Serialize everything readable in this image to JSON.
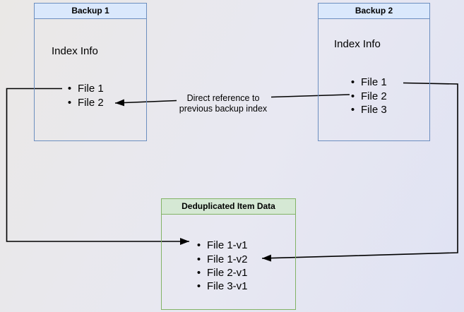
{
  "colors": {
    "bg_from": "#eae8e6",
    "bg_mid": "#e8e8f2",
    "bg_to": "#dfe2f3",
    "blue_border": "#6c8ebf",
    "blue_fill": "#dae8fc",
    "green_border": "#82b366",
    "green_fill": "#d5e8d4",
    "line": "#000000",
    "text": "#000000"
  },
  "backup1": {
    "title": "Backup 1",
    "subtitle": "Index Info",
    "files": [
      "File 1",
      "File 2"
    ]
  },
  "backup2": {
    "title": "Backup 2",
    "subtitle": "Index Info",
    "files": [
      "File 1",
      "File 2",
      "File 3"
    ]
  },
  "dedup": {
    "title": "Deduplicated Item Data",
    "files": [
      "File 1-v1",
      "File 1-v2",
      "File 2-v1",
      "File 3-v1"
    ]
  },
  "labels": {
    "direct_reference_line1": "Direct reference to",
    "direct_reference_line2": "previous backup index"
  }
}
